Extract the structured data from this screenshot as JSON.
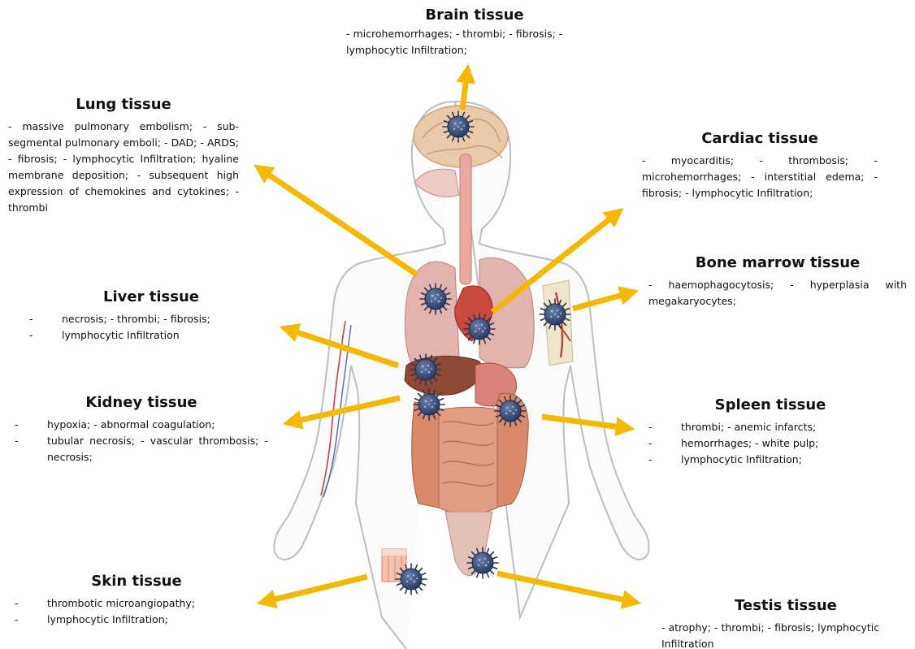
{
  "brain": {
    "title": "Brain tissue",
    "lines": [
      "- microhemorrhages; - thrombi; - fibrosis; -",
      "lymphocytic Infiltration;"
    ]
  },
  "lung": {
    "title": "Lung tissue",
    "text": "- massive pulmonary embolism; - sub-segmental pulmonary emboli; - DAD; - ARDS; - fibrosis; - lymphocytic Infiltration; hyaline membrane deposition; - subsequent high expression of chemokines and cytokines; - thrombi"
  },
  "cardiac": {
    "title": "Cardiac tissue",
    "text": "- myocarditis; - thrombosis; - microhemorrhages; - interstitial edema; - fibrosis; - lymphocytic Infiltration;"
  },
  "bone": {
    "title": "Bone marrow tissue",
    "text": "- haemophagocytosis; - hyperplasia with megakaryocytes;"
  },
  "liver": {
    "title": "Liver tissue",
    "items": [
      "necrosis; - thrombi; - fibrosis;",
      "lymphocytic Infiltration"
    ]
  },
  "kidney": {
    "title": "Kidney tissue",
    "items": [
      "hypoxia; - abnormal coagulation;",
      "tubular necrosis; - vascular thrombosis; - necrosis;"
    ]
  },
  "spleen": {
    "title": "Spleen tissue",
    "items": [
      "thrombi; - anemic infarcts;",
      "hemorrhages; - white pulp;",
      "lymphocytic Infiltration;"
    ]
  },
  "skin": {
    "title": "Skin tissue",
    "items": [
      "thrombotic microangiopathy;",
      "lymphocytic Infiltration;"
    ]
  },
  "testis": {
    "title": "Testis tissue",
    "text": "- atrophy; - thrombi; - fibrosis; lymphocytic Infiltration"
  },
  "colors": {
    "arrow": "#F5B800",
    "virus": "#34466A",
    "lung": "#E3B3AF",
    "liver": "#8E4A36",
    "intestine": "#D98A6A",
    "brain": "#E8C9A8",
    "body_outline": "#B9BFC6"
  }
}
